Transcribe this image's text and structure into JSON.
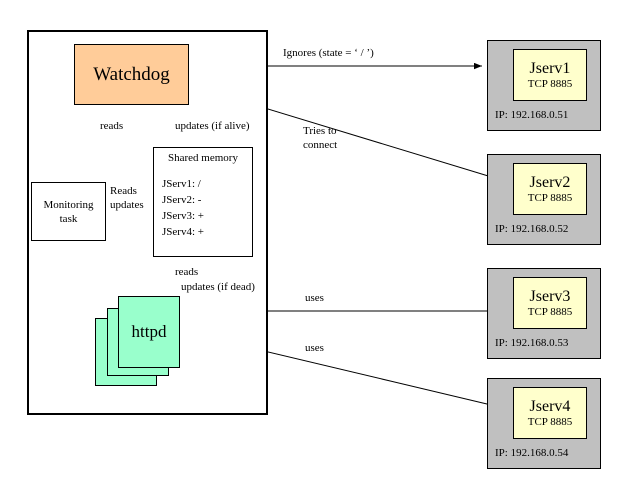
{
  "diagram": {
    "title": "Watchdog / Shared memory / Jserv cluster diagram",
    "host_container": {
      "name": "host-container"
    },
    "watchdog": {
      "label": "Watchdog",
      "color": "#ffcc99"
    },
    "shared_memory": {
      "title": "Shared memory",
      "entries": [
        "JServ1: /",
        "JServ2: -",
        "JServ3: +",
        "JServ4: +"
      ]
    },
    "monitoring_task": {
      "line1": "Monitoring",
      "line2": "task"
    },
    "httpd": {
      "label": "httpd",
      "color": "#99ffcc"
    },
    "edge_labels": {
      "reads_watchdog": "reads",
      "updates_if_alive": "updates (if alive)",
      "reads_updates_monitor_line1": "Reads",
      "reads_updates_monitor_line2": "updates",
      "reads_httpd": "reads",
      "updates_if_dead": "updates (if dead)",
      "ignores_state": "Ignores (state = ‘ / ’)",
      "tries_to_connect_line1": "Tries to",
      "tries_to_connect_line2": "connect",
      "uses_jserv3": "uses",
      "uses_jserv4": "uses"
    },
    "servers": [
      {
        "name": "Jserv1",
        "port": "TCP 8885",
        "ip": "IP: 192.168.0.51"
      },
      {
        "name": "Jserv2",
        "port": "TCP 8885",
        "ip": "IP: 192.168.0.52"
      },
      {
        "name": "Jserv3",
        "port": "TCP 8885",
        "ip": "IP: 192.168.0.53"
      },
      {
        "name": "Jserv4",
        "port": "TCP 8885",
        "ip": "IP: 192.168.0.54"
      }
    ],
    "colors": {
      "watchdog": "#ffcc99",
      "httpd": "#99ffcc",
      "server_card": "#c0c0c0",
      "server_inner": "#ffffcc",
      "stroke": "#000000",
      "background": "#ffffff"
    }
  }
}
